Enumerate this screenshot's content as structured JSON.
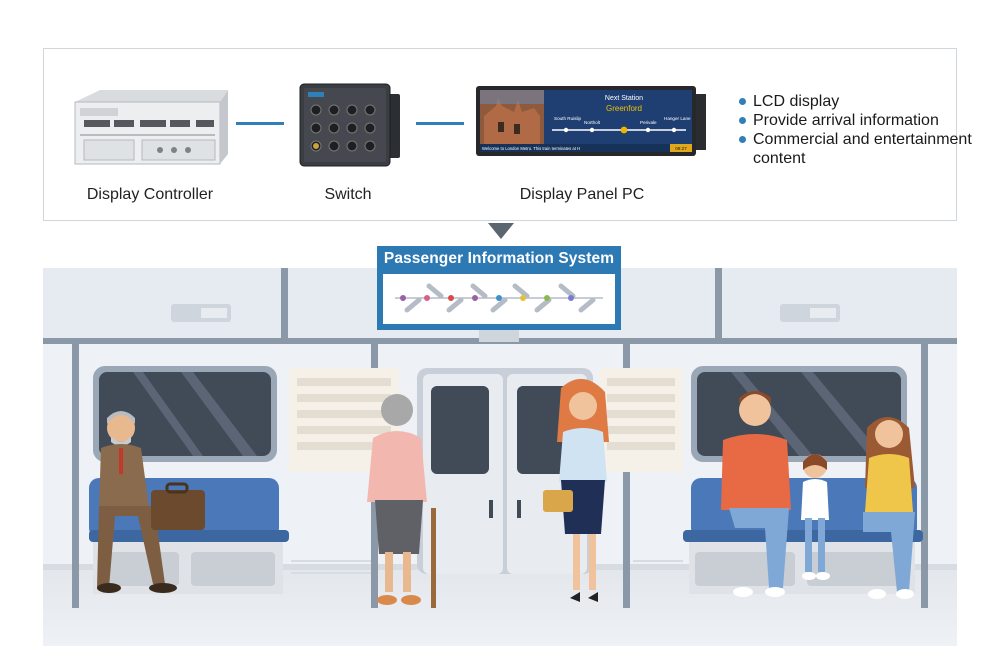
{
  "devices": {
    "controller_label": "Display Controller",
    "switch_label": "Switch",
    "panel_label": "Display Panel PC"
  },
  "panel_screen": {
    "next_station_label": "Next Station",
    "next_station_name": "Greenford",
    "stations": [
      "South Ruislip",
      "Northolt",
      "Perivale",
      "Hanger Lane"
    ],
    "ticker": "Welcome to London Metro. This train terminates at H",
    "time": "09:27"
  },
  "features": [
    "LCD display",
    "Provide arrival information",
    "Commercial and entertainment content"
  ],
  "pis": {
    "title": "Passenger Information System",
    "dot_colors": [
      "#9b5fa5",
      "#d95f8b",
      "#d94a4a",
      "#9b5fa5",
      "#3e8fd0",
      "#e2c23d",
      "#8bb84f",
      "#7b7bd0"
    ]
  },
  "colors": {
    "accent": "#2f7fb8",
    "seat": "#4a78b8",
    "wall": "#eef1f6"
  }
}
